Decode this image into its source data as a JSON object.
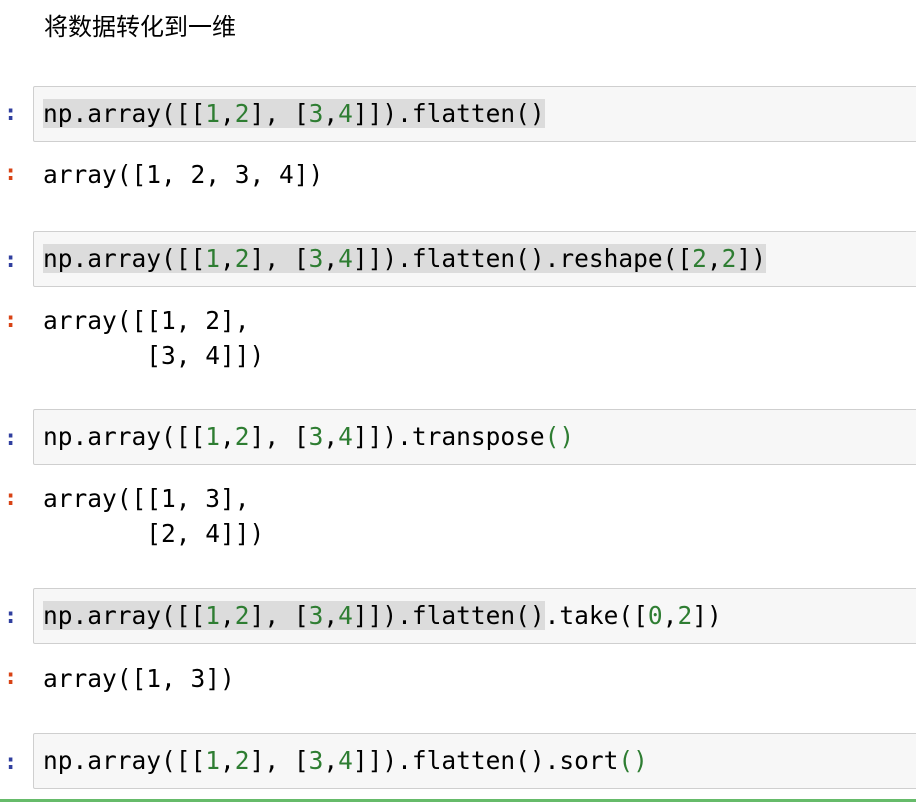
{
  "markdown": {
    "heading": "将数据转化到一维"
  },
  "cells": [
    {
      "in_prompt": ":",
      "out_prompt": ":",
      "code": {
        "pre": "np.array([[",
        "n1": "1",
        "c1": ",",
        "n2": "2",
        "mid": "], [",
        "n3": "3",
        "c2": ",",
        "n4": "4",
        "tail": "]]).flatten()"
      },
      "output": "array([1, 2, 3, 4])"
    },
    {
      "in_prompt": ":",
      "out_prompt": ":",
      "code": {
        "pre": "np.array([[",
        "n1": "1",
        "c1": ",",
        "n2": "2",
        "mid": "], [",
        "n3": "3",
        "c2": ",",
        "n4": "4",
        "tail": "]]).flatten().reshape([",
        "n5": "2",
        "c3": ",",
        "n6": "2",
        "end": "])"
      },
      "output": "array([[1, 2],\n       [3, 4]])"
    },
    {
      "in_prompt": ":",
      "out_prompt": ":",
      "code": {
        "pre": "np.array([[",
        "n1": "1",
        "c1": ",",
        "n2": "2",
        "mid": "], [",
        "n3": "3",
        "c2": ",",
        "n4": "4",
        "tail": "]]).transpose",
        "end": "()"
      },
      "output": "array([[1, 3],\n       [2, 4]])"
    },
    {
      "in_prompt": ":",
      "out_prompt": ":",
      "code": {
        "pre": "np.array([[",
        "n1": "1",
        "c1": ",",
        "n2": "2",
        "mid": "], [",
        "n3": "3",
        "c2": ",",
        "n4": "4",
        "tail": "]]).flatten()",
        "tail2": ".take([",
        "n5": "0",
        "c3": ",",
        "n6": "2",
        "end": "])"
      },
      "output": "array([1, 3])"
    },
    {
      "in_prompt": ":",
      "code": {
        "pre": "np.array([[",
        "n1": "1",
        "c1": ",",
        "n2": "2",
        "mid": "], [",
        "n3": "3",
        "c2": ",",
        "n4": "4",
        "tail": "]]).flatten().sort",
        "end": "()"
      }
    }
  ],
  "colors": {
    "in_prompt": "#303f9f",
    "out_prompt": "#d84315",
    "number": "#2e7d32",
    "selected_border": "#66bb6a"
  }
}
